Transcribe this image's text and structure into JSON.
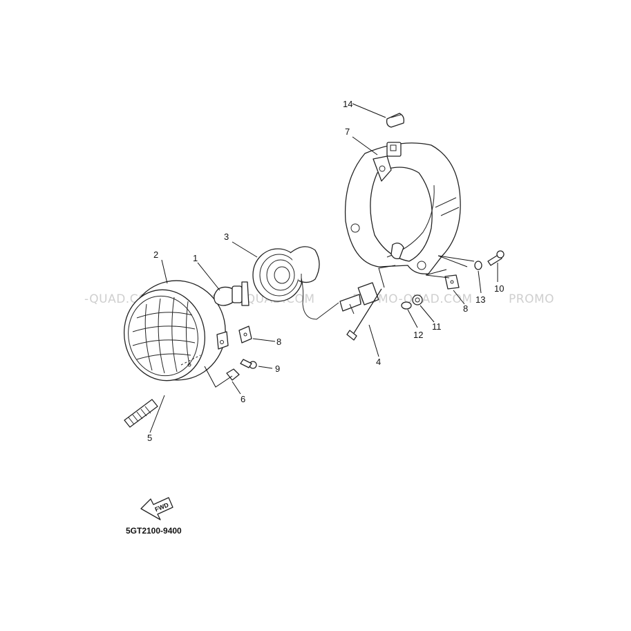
{
  "watermarks": [
    {
      "id": "wm-1",
      "text": "-QUAD.COM"
    },
    {
      "id": "wm-2",
      "text": "PROMO-QUAD.COM"
    },
    {
      "id": "wm-3",
      "text": "PROMO-QUAD.COM"
    },
    {
      "id": "wm-4",
      "text": "PROMO"
    }
  ],
  "part_labels": {
    "p1": "1",
    "p2": "2",
    "p3": "3",
    "p4": "4",
    "p5": "5",
    "p6": "6",
    "p7": "7",
    "p8a": "8",
    "p8b": "8",
    "p9": "9",
    "p10": "10",
    "p11": "11",
    "p12": "12",
    "p13": "13",
    "p14": "14"
  },
  "fwd_label": "FWD",
  "diagram_code": "5GT2100-9400"
}
